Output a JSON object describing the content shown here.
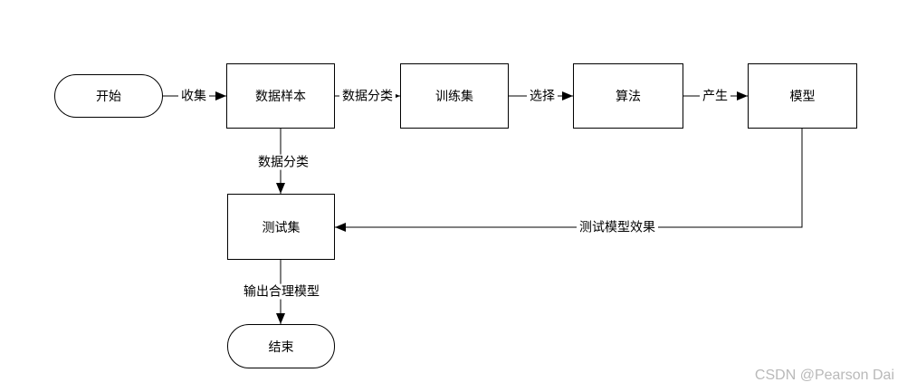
{
  "diagram": {
    "title": "machine-learning-model-flowchart",
    "colors": {
      "node_stroke": "#000000",
      "node_fill": "#ffffff",
      "edge_stroke": "#000000",
      "text": "#000000",
      "watermark": "#b9b9b9"
    },
    "nodes": {
      "start": {
        "label": "开始",
        "shape": "rounded"
      },
      "sample": {
        "label": "数据样本",
        "shape": "rect"
      },
      "training": {
        "label": "训练集",
        "shape": "rect"
      },
      "algorithm": {
        "label": "算法",
        "shape": "rect"
      },
      "model": {
        "label": "模型",
        "shape": "rect"
      },
      "test": {
        "label": "测试集",
        "shape": "rect"
      },
      "end": {
        "label": "结束",
        "shape": "rounded"
      }
    },
    "edges": {
      "collect": {
        "label": "收集",
        "from": "start",
        "to": "sample"
      },
      "classify_train": {
        "label": "数据分类",
        "from": "sample",
        "to": "training"
      },
      "select": {
        "label": "选择",
        "from": "training",
        "to": "algorithm"
      },
      "produce": {
        "label": "产生",
        "from": "algorithm",
        "to": "model"
      },
      "classify_test": {
        "label": "数据分类",
        "from": "sample",
        "to": "test"
      },
      "evaluate": {
        "label": "测试模型效果",
        "from": "model",
        "to": "test"
      },
      "output": {
        "label": "输出合理模型",
        "from": "test",
        "to": "end"
      }
    }
  },
  "watermark": {
    "text": "CSDN @Pearson Dai"
  }
}
